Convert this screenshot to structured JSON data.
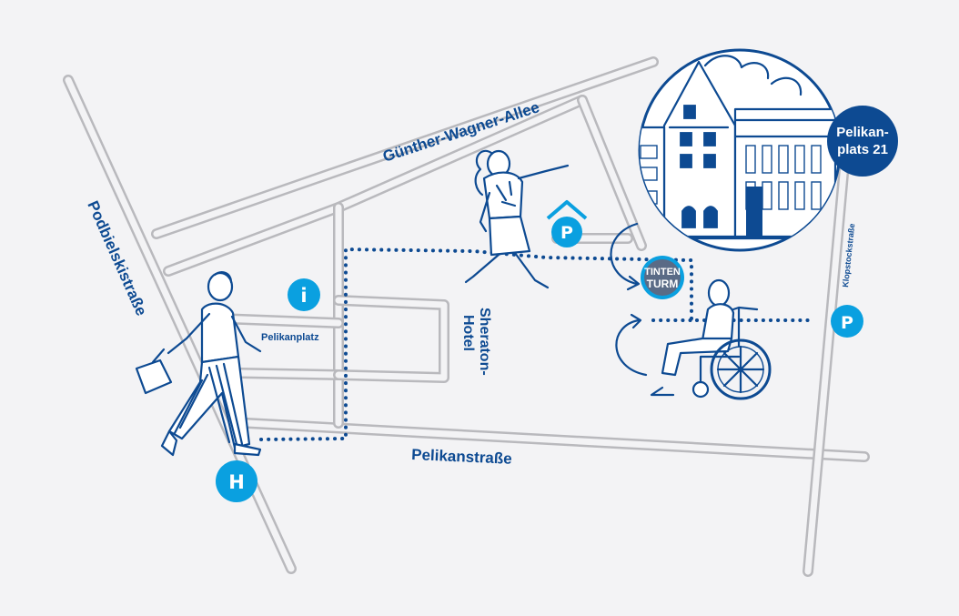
{
  "map": {
    "streets": {
      "guenther": "Günther-Wagner-Allee",
      "podbielski": "Podbielskistraße",
      "pelikanstrasse": "Pelikanstraße",
      "pelikanplatz": "Pelikanplatz",
      "klopstock": "Klopstockstraße"
    },
    "hotel": {
      "line1": "Sheraton-",
      "line2": "Hotel"
    },
    "address_badge": {
      "line1": "Pelikan-",
      "line2": "plats 21"
    },
    "logo": {
      "line1": "TINTEN",
      "line2": "TURM"
    },
    "markers": {
      "bus_stop": "H",
      "info": "i",
      "parking_garage": "P",
      "parking_accessible": "P"
    },
    "colors": {
      "primary": "#0d4a92",
      "accent": "#0aa0e0",
      "road": "#b9b9bd",
      "background": "#f3f3f5"
    }
  }
}
